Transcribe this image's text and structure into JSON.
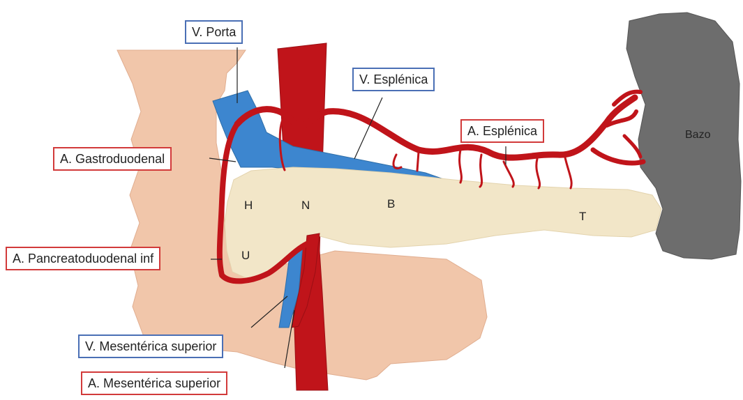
{
  "colors": {
    "vein": "#3d86cf",
    "artery": "#c0141a",
    "vein_box_border": "#4a6fb5",
    "artery_box_border": "#d23a3a",
    "duodenum": "#f1c6aa",
    "pancreas": "#f2e6c8",
    "spleen": "#6d6d6d"
  },
  "labels": {
    "v_porta": "V. Porta",
    "v_esplenica": "V. Esplénica",
    "a_esplenica": "A. Esplénica",
    "a_gastroduodenal": "A. Gastroduodenal",
    "a_pancreatoduodenal_inf": "A. Pancreatoduodenal inf",
    "v_mesenterica_superior": "V. Mesentérica superior",
    "a_mesenterica_superior": "A. Mesentérica superior"
  },
  "regions": {
    "bazo": "Bazo",
    "head": "H",
    "neck": "N",
    "body": "B",
    "tail": "T",
    "uncinate": "U"
  }
}
